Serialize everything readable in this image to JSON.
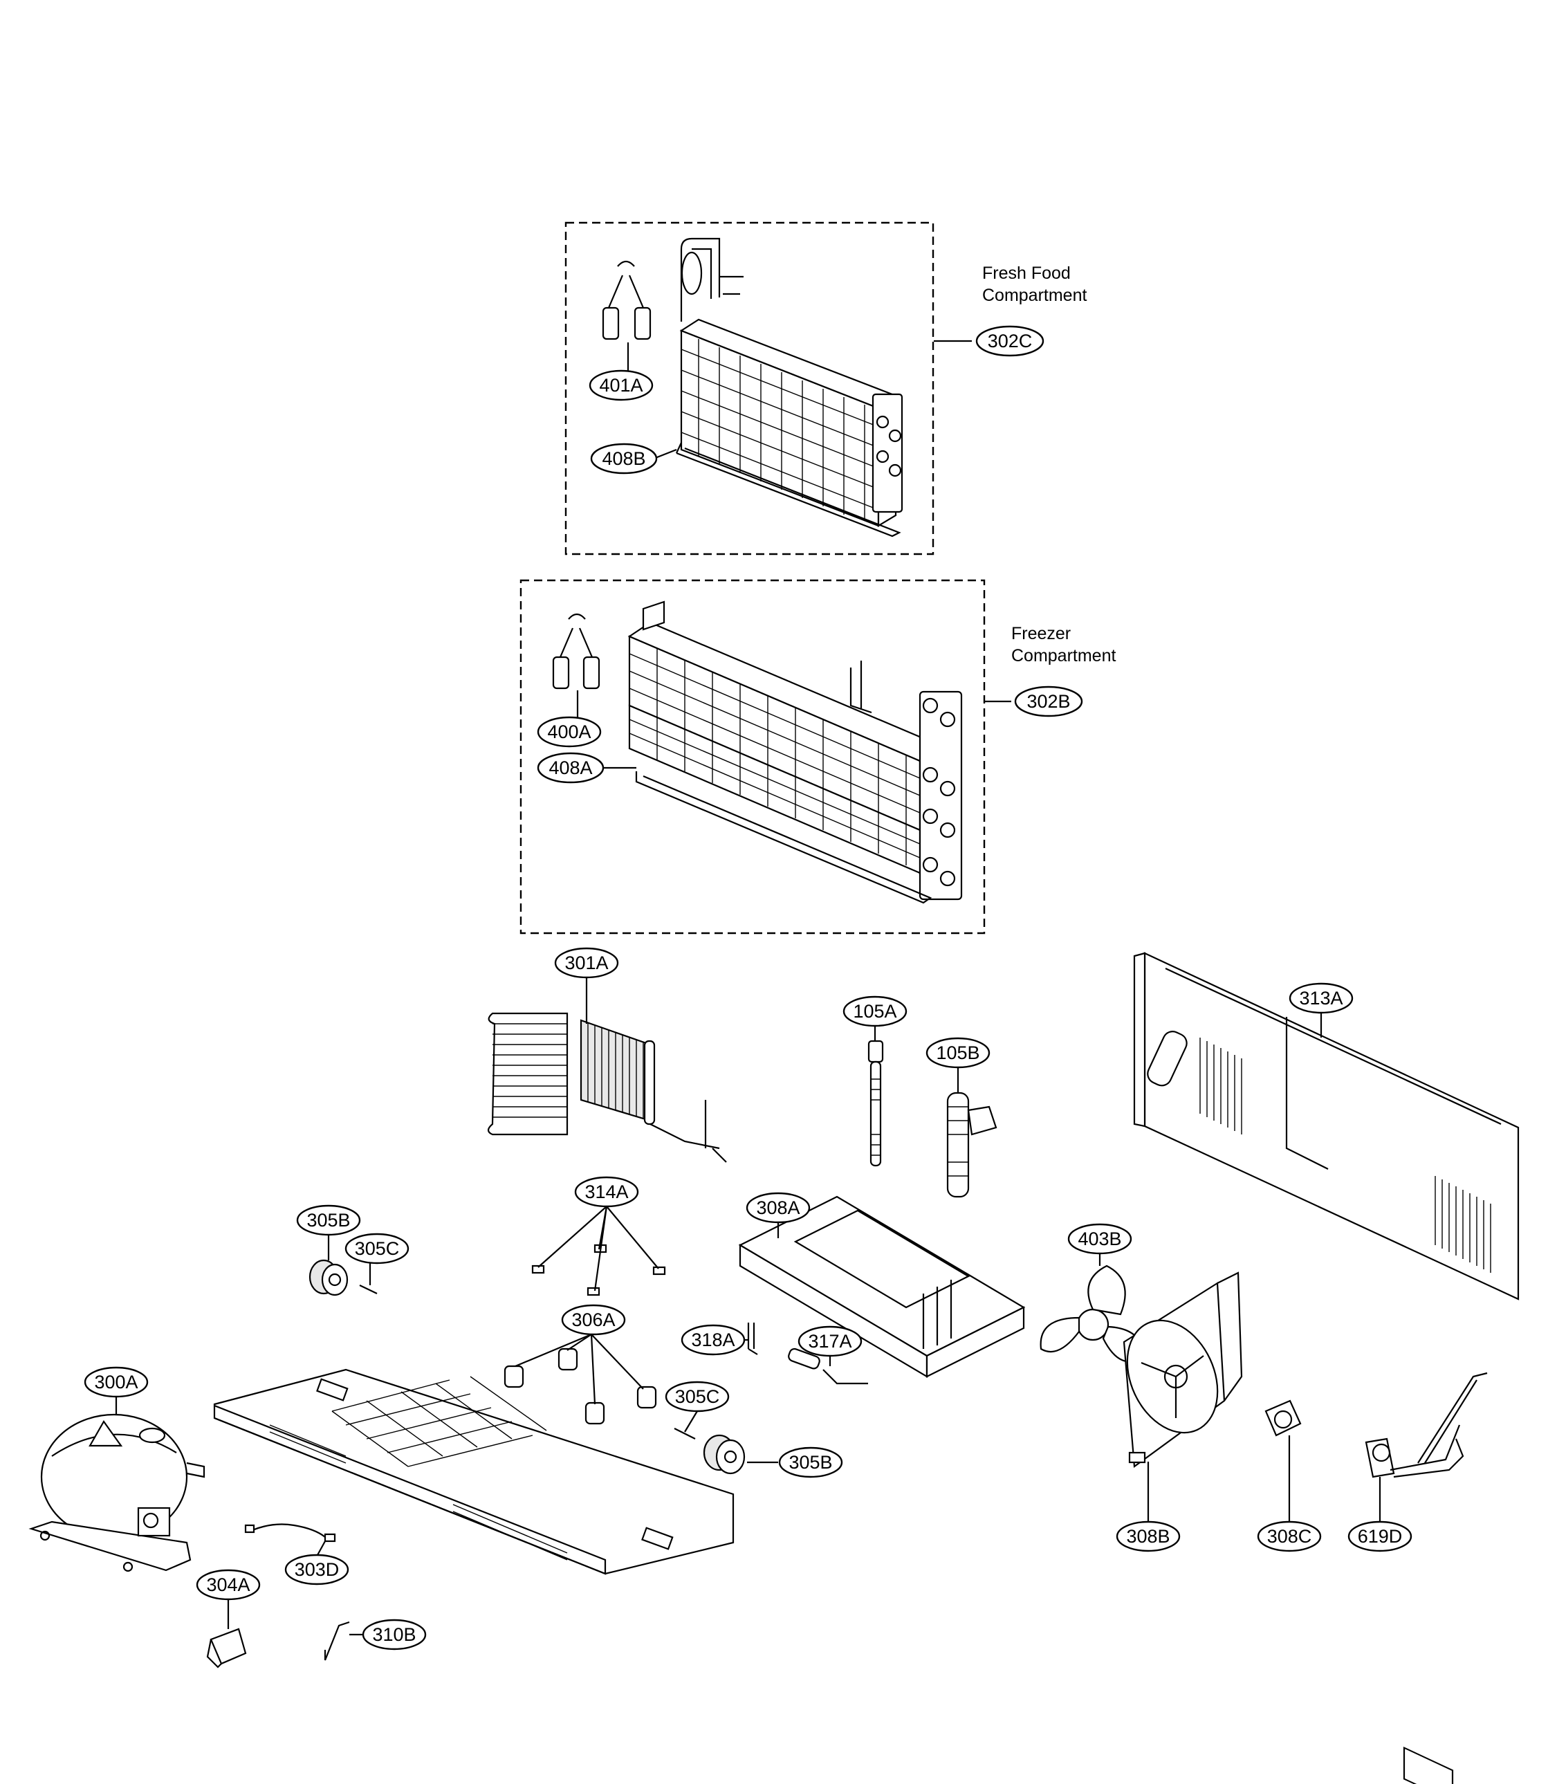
{
  "captions": {
    "fresh_food_line1": "Fresh Food",
    "fresh_food_line2": "Compartment",
    "freezer_line1": "Freezer",
    "freezer_line2": "Compartment"
  },
  "callouts": [
    "401A",
    "302C",
    "408B",
    "400A",
    "302B",
    "408A",
    "301A",
    "105A",
    "105B",
    "313A",
    "314A",
    "305B",
    "305C",
    "308A",
    "403B",
    "306A",
    "318A",
    "317A",
    "305C",
    "305B",
    "300A",
    "303D",
    "304A",
    "310B",
    "308B",
    "308C",
    "619D"
  ]
}
